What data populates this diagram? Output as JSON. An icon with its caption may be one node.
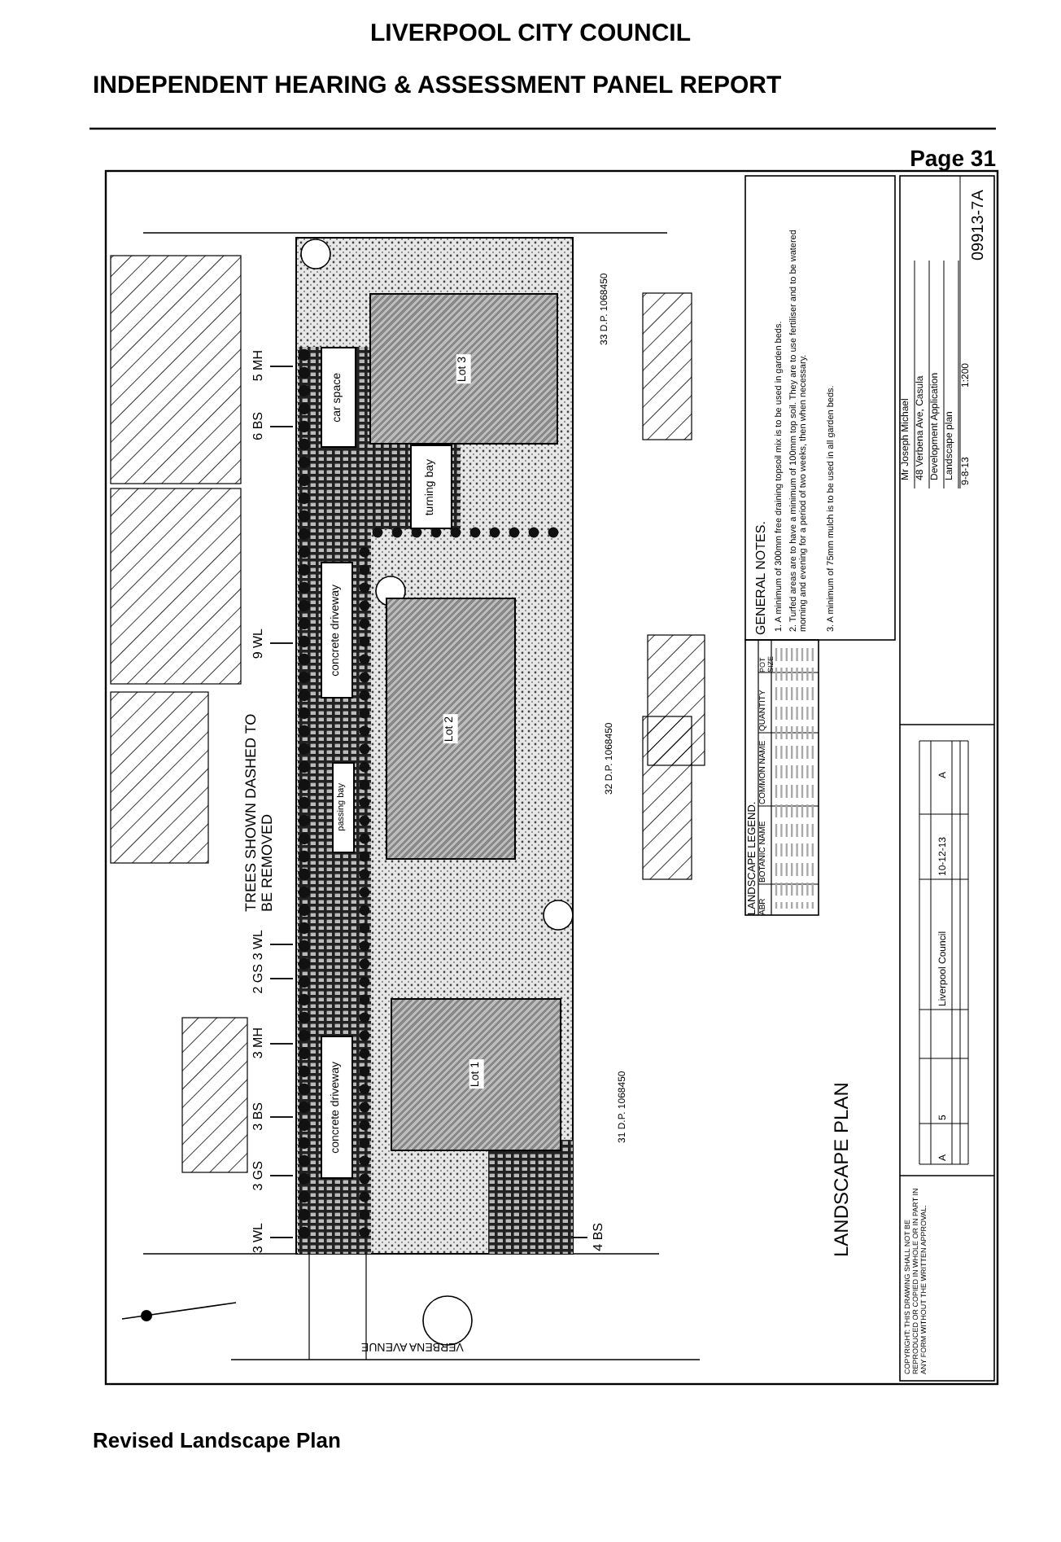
{
  "diagram": {
    "title": "LIVERPOOL CITY COUNCIL",
    "caption": "Revised Landscape Plan",
    "nodes": [
      {
        "text": [
          "Lot 3"
        ]
      },
      {
        "text": [
          "Lot 2"
        ]
      },
      {
        "text": [
          "Lot 1"
        ]
      },
      {
        "text": [
          "car space"
        ]
      },
      {
        "text": [
          "turning bay"
        ]
      },
      {
        "text": [
          "concrete driveway"
        ]
      },
      {
        "text": [
          "passing bay"
        ]
      },
      {
        "text": [
          "concrete driveway"
        ]
      },
      {
        "text": [
          "5 MH"
        ]
      },
      {
        "text": [
          "6 BS"
        ]
      },
      {
        "text": [
          "9 WL"
        ]
      },
      {
        "text": [
          "3 WL"
        ]
      },
      {
        "text": [
          "2 GS"
        ]
      },
      {
        "text": [
          "3 MH"
        ]
      },
      {
        "text": [
          "3 BS"
        ]
      },
      {
        "text": [
          "3 GS"
        ]
      },
      {
        "text": [
          "3 WL"
        ]
      },
      {
        "text": [
          "4 BS"
        ]
      }
    ],
    "edges": [
      {
        "from": 8,
        "to": null,
        "arrow": "none"
      },
      {
        "from": 9,
        "to": null,
        "arrow": "none"
      },
      {
        "from": 10,
        "to": null,
        "arrow": "none"
      },
      {
        "from": 11,
        "to": null,
        "arrow": "none"
      },
      {
        "from": 12,
        "to": null,
        "arrow": "none"
      },
      {
        "from": 13,
        "to": null,
        "arrow": "none"
      },
      {
        "from": 14,
        "to": null,
        "arrow": "none"
      },
      {
        "from": 15,
        "to": null,
        "arrow": "none"
      },
      {
        "from": 16,
        "to": null,
        "arrow": "none"
      },
      {
        "from": 17,
        "to": null,
        "arrow": "none"
      }
    ],
    "labels": [
      "INDEPENDENT HEARING & ASSESSMENT PANEL REPORT",
      "Page 31",
      "TREES SHOWN DASHED TO BE REMOVED",
      "33 D.P. 1068450",
      "32 D.P. 1068450",
      "31 D.P. 1068450",
      "VERBENA AVENUE",
      "LANDSCAPE PLAN",
      "LANDSCAPE LEGEND.",
      "ABR",
      "BOTANIC NAME",
      "COMMON NAME",
      "QUANTITY",
      "POT SIZE",
      "GENERAL NOTES.",
      "1. A minimum of 300mm free draining topsoil mix is to be used in garden beds.",
      "2. Turfed areas are to have a minimum of 100mm top soil. They are to use fertiliser and to be watered morning and evening for a period of two weeks, then when necessary.",
      "3. A minimum of 75mm mulch is to be used in all garden beds.",
      "A",
      "5",
      "Liverpool Council",
      "10-12-13",
      "A",
      "Mr Joseph Michael",
      "48 Verbena Ave, Casula",
      "Development Application",
      "Landscape plan",
      "9-8-13",
      "1:200",
      "09913-7A",
      "COPYRIGHT: THIS DRAWING SHALL NOT BE REPRODUCED OR COPIED IN WHOLE OR IN PART IN ANY FORM WITHOUT THE WRITTEN APPROVAL."
    ]
  }
}
